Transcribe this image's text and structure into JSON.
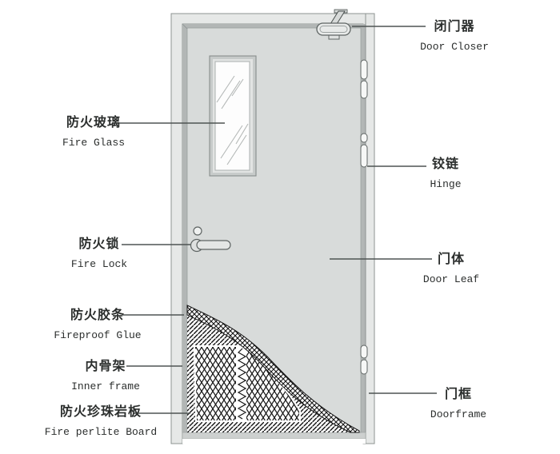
{
  "diagram": {
    "subject": "fire-door-structure",
    "labels": {
      "fire_glass": {
        "zh": "防火玻璃",
        "en": "Fire Glass"
      },
      "fire_lock": {
        "zh": "防火锁",
        "en": "Fire Lock"
      },
      "fireproof_glue": {
        "zh": "防火胶条",
        "en": "Fireproof Glue"
      },
      "inner_frame": {
        "zh": "内骨架",
        "en": "Inner frame"
      },
      "fire_perlite_board": {
        "zh": "防火珍珠岩板",
        "en": "Fire perlite Board"
      },
      "door_closer": {
        "zh": "闭门器",
        "en": "Door Closer"
      },
      "hinge": {
        "zh": "铰链",
        "en": "Hinge"
      },
      "door_leaf": {
        "zh": "门体",
        "en": "Door Leaf"
      },
      "doorframe": {
        "zh": "门框",
        "en": "Doorframe"
      }
    },
    "colors": {
      "background": "#ffffff",
      "door_leaf": "#d8dbda",
      "door_frame": "#e6e8e7",
      "frame_gap": "#b2b6b5",
      "outline": "#8d9392",
      "hatch_ink": "#151515",
      "leader_line": "#4e5453",
      "glass": "#fdfdfd",
      "text": "#2b2e2d"
    }
  }
}
